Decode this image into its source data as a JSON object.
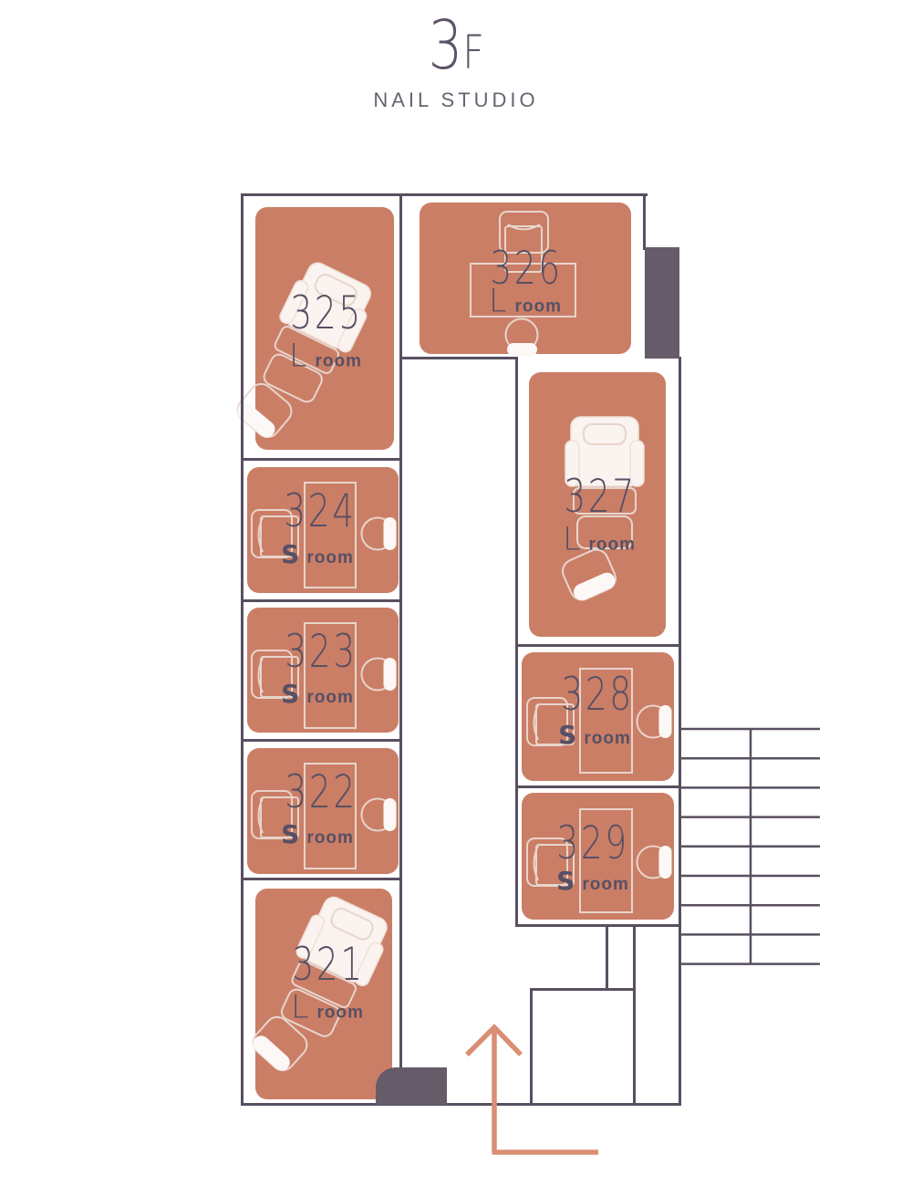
{
  "header": {
    "floor_number": "3",
    "floor_suffix": "F",
    "subtitle": "NAIL STUDIO"
  },
  "rooms": [
    {
      "number": "325",
      "type_letter": "L",
      "type_word": "room"
    },
    {
      "number": "324",
      "type_letter": "S",
      "type_word": "room"
    },
    {
      "number": "323",
      "type_letter": "S",
      "type_word": "room"
    },
    {
      "number": "322",
      "type_letter": "S",
      "type_word": "room"
    },
    {
      "number": "321",
      "type_letter": "L",
      "type_word": "room"
    },
    {
      "number": "326",
      "type_letter": "L",
      "type_word": "room"
    },
    {
      "number": "327",
      "type_letter": "L",
      "type_word": "room"
    },
    {
      "number": "328",
      "type_letter": "S",
      "type_word": "room"
    },
    {
      "number": "329",
      "type_letter": "S",
      "type_word": "room"
    }
  ],
  "colors": {
    "background": "#ffffff",
    "room_fill": "#cb7e66",
    "wall": "#584f60",
    "service_block": "#655b69",
    "text": "#575064",
    "furniture_fill": "#faf3f0",
    "furniture_stroke": "#e7d5cc",
    "stool_pad": "#fcf8f6",
    "entrance_arrow": "#da8e74"
  },
  "icons": {
    "pedicure_chair": "pedicure-chair-icon",
    "staff_chair": "staff-chair-icon",
    "nail_table": "nail-table-icon",
    "stool": "stool-icon",
    "stairs": "stairs-icon",
    "entrance_arrow": "entrance-arrow-icon",
    "service_block": "service-block"
  }
}
